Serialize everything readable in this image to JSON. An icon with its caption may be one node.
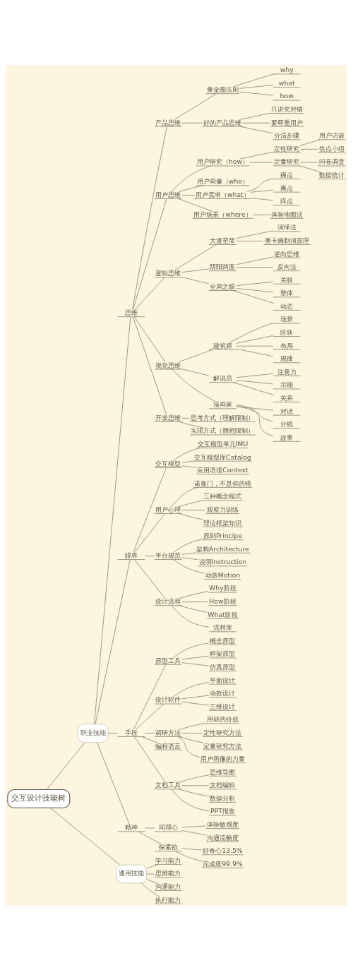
{
  "diagram": {
    "nodes": [
      {
        "text": [
          "交互设计技能树"
        ]
      },
      {
        "text": [
          "职业技能"
        ]
      },
      {
        "text": [
          "思维"
        ]
      },
      {
        "text": [
          "产品思维"
        ]
      },
      {
        "text": [
          "黄金圈法则"
        ]
      },
      {
        "text": [
          "why"
        ]
      },
      {
        "text": [
          "what"
        ]
      },
      {
        "text": [
          "how"
        ]
      },
      {
        "text": [
          "好的产品思维"
        ]
      },
      {
        "text": [
          "只讲究对错"
        ]
      },
      {
        "text": [
          "要尊重用户"
        ]
      },
      {
        "text": [
          "分清步骤"
        ]
      },
      {
        "text": [
          "用户思维"
        ]
      },
      {
        "text": [
          "用户研究（how）"
        ]
      },
      {
        "text": [
          "定性研究"
        ]
      },
      {
        "text": [
          "用户访谈"
        ]
      },
      {
        "text": [
          "焦点小组"
        ]
      },
      {
        "text": [
          "定量研究"
        ]
      },
      {
        "text": [
          "问卷调查"
        ]
      },
      {
        "text": [
          "数据统计"
        ]
      },
      {
        "text": [
          "用户画像（who）"
        ]
      },
      {
        "text": [
          "用户需求（what）"
        ]
      },
      {
        "text": [
          "痛点"
        ]
      },
      {
        "text": [
          "爽点"
        ]
      },
      {
        "text": [
          "痒点"
        ]
      },
      {
        "text": [
          "用户场景（where）"
        ]
      },
      {
        "text": [
          "体验地图法"
        ]
      },
      {
        "text": [
          "逻辑思维"
        ]
      },
      {
        "text": [
          "大道至简"
        ]
      },
      {
        "text": [
          "演绎法"
        ]
      },
      {
        "text": [
          "奥卡姆剃须原理"
        ]
      },
      {
        "text": [
          "阴阳两面"
        ]
      },
      {
        "text": [
          "逆向思维"
        ]
      },
      {
        "text": [
          "反向法"
        ]
      },
      {
        "text": [
          "全局之眼"
        ]
      },
      {
        "text": [
          "关联"
        ]
      },
      {
        "text": [
          "整体"
        ]
      },
      {
        "text": [
          "动态"
        ]
      },
      {
        "text": [
          "视觉思维"
        ]
      },
      {
        "text": [
          "建筑师"
        ]
      },
      {
        "text": [
          "场景"
        ]
      },
      {
        "text": [
          "区块"
        ]
      },
      {
        "text": [
          "布局"
        ]
      },
      {
        "text": [
          "规律"
        ]
      },
      {
        "text": [
          "解说员"
        ]
      },
      {
        "text": [
          "注意力"
        ]
      },
      {
        "text": [
          "示能"
        ]
      },
      {
        "text": [
          "关系"
        ]
      },
      {
        "text": [
          "漫画家"
        ]
      },
      {
        "text": [
          "对话"
        ]
      },
      {
        "text": [
          "分镜"
        ]
      },
      {
        "text": [
          "故事"
        ]
      },
      {
        "text": [
          "开发思维"
        ]
      },
      {
        "text": [
          "思考方式（理解限制）"
        ]
      },
      {
        "text": [
          "实现方式（拥抱限制）"
        ]
      },
      {
        "text": [
          "眼界"
        ]
      },
      {
        "text": [
          "交互模型"
        ]
      },
      {
        "text": [
          "交互模型单元IMU"
        ]
      },
      {
        "text": [
          "交互模型库Catalog"
        ]
      },
      {
        "text": [
          "应用语境Context"
        ]
      },
      {
        "text": [
          "用户心理"
        ]
      },
      {
        "text": [
          "诺曼门，不是你的错"
        ]
      },
      {
        "text": [
          "三种概念模式"
        ]
      },
      {
        "text": [
          "观察力训练"
        ]
      },
      {
        "text": [
          "理论框架知识"
        ]
      },
      {
        "text": [
          "平台规范"
        ]
      },
      {
        "text": [
          "原则Principe"
        ]
      },
      {
        "text": [
          "架构Architecture"
        ]
      },
      {
        "text": [
          "说明Instruction"
        ]
      },
      {
        "text": [
          "动效Motion"
        ]
      },
      {
        "text": [
          "设计流程"
        ]
      },
      {
        "text": [
          "Why阶段"
        ]
      },
      {
        "text": [
          "How阶段"
        ]
      },
      {
        "text": [
          "What阶段"
        ]
      },
      {
        "text": [
          "流程库"
        ]
      },
      {
        "text": [
          "手段"
        ]
      },
      {
        "text": [
          "原型工具"
        ]
      },
      {
        "text": [
          "概念原型"
        ]
      },
      {
        "text": [
          "框架原型"
        ]
      },
      {
        "text": [
          "仿真原型"
        ]
      },
      {
        "text": [
          "设计软件"
        ]
      },
      {
        "text": [
          "平面设计"
        ]
      },
      {
        "text": [
          "动效设计"
        ]
      },
      {
        "text": [
          "三维设计"
        ]
      },
      {
        "text": [
          "调研方法"
        ]
      },
      {
        "text": [
          "用研的价值"
        ]
      },
      {
        "text": [
          "定性研究方法"
        ]
      },
      {
        "text": [
          "定量研究方法"
        ]
      },
      {
        "text": [
          "用户画像的力量"
        ]
      },
      {
        "text": [
          "编程语言"
        ]
      },
      {
        "text": [
          "文档工具"
        ]
      },
      {
        "text": [
          "思维导图"
        ]
      },
      {
        "text": [
          "文档编辑"
        ]
      },
      {
        "text": [
          "数据分析"
        ]
      },
      {
        "text": [
          "PPT报告"
        ]
      },
      {
        "text": [
          "精神"
        ]
      },
      {
        "text": [
          "同理心"
        ]
      },
      {
        "text": [
          "体验敏感度"
        ]
      },
      {
        "text": [
          "沟通流畅度"
        ]
      },
      {
        "text": [
          "探索欲"
        ]
      },
      {
        "text": [
          "好奇心13.5%"
        ]
      },
      {
        "text": [
          "完成度99.9%"
        ]
      },
      {
        "text": [
          "通用技能"
        ]
      },
      {
        "text": [
          "学习能力"
        ]
      },
      {
        "text": [
          "思辨能力"
        ]
      },
      {
        "text": [
          "沟通能力"
        ]
      },
      {
        "text": [
          "执行能力"
        ]
      }
    ],
    "edges": [
      {
        "from": 0,
        "to": 1,
        "arrow": "none"
      },
      {
        "from": 1,
        "to": 2,
        "arrow": "none"
      },
      {
        "from": 2,
        "to": 3,
        "arrow": "none"
      },
      {
        "from": 3,
        "to": 4,
        "arrow": "none"
      },
      {
        "from": 4,
        "to": 5,
        "arrow": "none"
      },
      {
        "from": 4,
        "to": 6,
        "arrow": "none"
      },
      {
        "from": 4,
        "to": 7,
        "arrow": "none"
      },
      {
        "from": 3,
        "to": 8,
        "arrow": "none"
      },
      {
        "from": 8,
        "to": 9,
        "arrow": "none"
      },
      {
        "from": 8,
        "to": 10,
        "arrow": "none"
      },
      {
        "from": 8,
        "to": 11,
        "arrow": "none"
      },
      {
        "from": 2,
        "to": 12,
        "arrow": "none"
      },
      {
        "from": 12,
        "to": 13,
        "arrow": "none"
      },
      {
        "from": 13,
        "to": 14,
        "arrow": "none"
      },
      {
        "from": 14,
        "to": 15,
        "arrow": "none"
      },
      {
        "from": 14,
        "to": 16,
        "arrow": "none"
      },
      {
        "from": 13,
        "to": 17,
        "arrow": "none"
      },
      {
        "from": 17,
        "to": 18,
        "arrow": "none"
      },
      {
        "from": 17,
        "to": 19,
        "arrow": "none"
      },
      {
        "from": 12,
        "to": 20,
        "arrow": "none"
      },
      {
        "from": 12,
        "to": 21,
        "arrow": "none"
      },
      {
        "from": 21,
        "to": 22,
        "arrow": "none"
      },
      {
        "from": 21,
        "to": 23,
        "arrow": "none"
      },
      {
        "from": 21,
        "to": 24,
        "arrow": "none"
      },
      {
        "from": 12,
        "to": 25,
        "arrow": "none"
      },
      {
        "from": 25,
        "to": 26,
        "arrow": "none"
      },
      {
        "from": 2,
        "to": 27,
        "arrow": "none"
      },
      {
        "from": 27,
        "to": 28,
        "arrow": "none"
      },
      {
        "from": 28,
        "to": 29,
        "arrow": "none"
      },
      {
        "from": 28,
        "to": 30,
        "arrow": "none"
      },
      {
        "from": 27,
        "to": 31,
        "arrow": "none"
      },
      {
        "from": 31,
        "to": 32,
        "arrow": "none"
      },
      {
        "from": 31,
        "to": 33,
        "arrow": "none"
      },
      {
        "from": 27,
        "to": 34,
        "arrow": "none"
      },
      {
        "from": 34,
        "to": 35,
        "arrow": "none"
      },
      {
        "from": 34,
        "to": 36,
        "arrow": "none"
      },
      {
        "from": 34,
        "to": 37,
        "arrow": "none"
      },
      {
        "from": 2,
        "to": 38,
        "arrow": "none"
      },
      {
        "from": 38,
        "to": 39,
        "arrow": "none"
      },
      {
        "from": 39,
        "to": 40,
        "arrow": "none"
      },
      {
        "from": 39,
        "to": 41,
        "arrow": "none"
      },
      {
        "from": 39,
        "to": 42,
        "arrow": "none"
      },
      {
        "from": 39,
        "to": 43,
        "arrow": "none"
      },
      {
        "from": 38,
        "to": 44,
        "arrow": "none"
      },
      {
        "from": 44,
        "to": 45,
        "arrow": "none"
      },
      {
        "from": 44,
        "to": 46,
        "arrow": "none"
      },
      {
        "from": 44,
        "to": 47,
        "arrow": "none"
      },
      {
        "from": 38,
        "to": 48,
        "arrow": "none"
      },
      {
        "from": 48,
        "to": 49,
        "arrow": "none"
      },
      {
        "from": 48,
        "to": 50,
        "arrow": "none"
      },
      {
        "from": 48,
        "to": 51,
        "arrow": "none"
      },
      {
        "from": 2,
        "to": 52,
        "arrow": "none"
      },
      {
        "from": 52,
        "to": 53,
        "arrow": "none"
      },
      {
        "from": 52,
        "to": 54,
        "arrow": "none"
      },
      {
        "from": 1,
        "to": 55,
        "arrow": "none"
      },
      {
        "from": 55,
        "to": 56,
        "arrow": "none"
      },
      {
        "from": 56,
        "to": 57,
        "arrow": "none"
      },
      {
        "from": 56,
        "to": 58,
        "arrow": "none"
      },
      {
        "from": 56,
        "to": 59,
        "arrow": "none"
      },
      {
        "from": 55,
        "to": 60,
        "arrow": "none"
      },
      {
        "from": 60,
        "to": 61,
        "arrow": "none"
      },
      {
        "from": 60,
        "to": 62,
        "arrow": "none"
      },
      {
        "from": 60,
        "to": 63,
        "arrow": "none"
      },
      {
        "from": 60,
        "to": 64,
        "arrow": "none"
      },
      {
        "from": 55,
        "to": 65,
        "arrow": "none"
      },
      {
        "from": 65,
        "to": 66,
        "arrow": "none"
      },
      {
        "from": 65,
        "to": 67,
        "arrow": "none"
      },
      {
        "from": 65,
        "to": 68,
        "arrow": "none"
      },
      {
        "from": 65,
        "to": 69,
        "arrow": "none"
      },
      {
        "from": 55,
        "to": 70,
        "arrow": "none"
      },
      {
        "from": 70,
        "to": 71,
        "arrow": "none"
      },
      {
        "from": 70,
        "to": 72,
        "arrow": "none"
      },
      {
        "from": 70,
        "to": 73,
        "arrow": "none"
      },
      {
        "from": 70,
        "to": 74,
        "arrow": "none"
      },
      {
        "from": 1,
        "to": 75,
        "arrow": "none"
      },
      {
        "from": 75,
        "to": 76,
        "arrow": "none"
      },
      {
        "from": 76,
        "to": 77,
        "arrow": "none"
      },
      {
        "from": 76,
        "to": 78,
        "arrow": "none"
      },
      {
        "from": 76,
        "to": 79,
        "arrow": "none"
      },
      {
        "from": 75,
        "to": 80,
        "arrow": "none"
      },
      {
        "from": 80,
        "to": 81,
        "arrow": "none"
      },
      {
        "from": 80,
        "to": 82,
        "arrow": "none"
      },
      {
        "from": 80,
        "to": 83,
        "arrow": "none"
      },
      {
        "from": 75,
        "to": 84,
        "arrow": "none"
      },
      {
        "from": 84,
        "to": 85,
        "arrow": "none"
      },
      {
        "from": 84,
        "to": 86,
        "arrow": "none"
      },
      {
        "from": 84,
        "to": 87,
        "arrow": "none"
      },
      {
        "from": 84,
        "to": 88,
        "arrow": "none"
      },
      {
        "from": 75,
        "to": 89,
        "arrow": "none"
      },
      {
        "from": 75,
        "to": 90,
        "arrow": "none"
      },
      {
        "from": 90,
        "to": 91,
        "arrow": "none"
      },
      {
        "from": 90,
        "to": 92,
        "arrow": "none"
      },
      {
        "from": 90,
        "to": 93,
        "arrow": "none"
      },
      {
        "from": 90,
        "to": 94,
        "arrow": "none"
      },
      {
        "from": 1,
        "to": 95,
        "arrow": "none"
      },
      {
        "from": 95,
        "to": 96,
        "arrow": "none"
      },
      {
        "from": 96,
        "to": 97,
        "arrow": "none"
      },
      {
        "from": 96,
        "to": 98,
        "arrow": "none"
      },
      {
        "from": 95,
        "to": 99,
        "arrow": "none"
      },
      {
        "from": 99,
        "to": 100,
        "arrow": "none"
      },
      {
        "from": 99,
        "to": 101,
        "arrow": "none"
      },
      {
        "from": 0,
        "to": 102,
        "arrow": "none"
      },
      {
        "from": 102,
        "to": 103,
        "arrow": "none"
      },
      {
        "from": 102,
        "to": 104,
        "arrow": "none"
      },
      {
        "from": 102,
        "to": 105,
        "arrow": "none"
      },
      {
        "from": 102,
        "to": 106,
        "arrow": "none"
      }
    ]
  }
}
